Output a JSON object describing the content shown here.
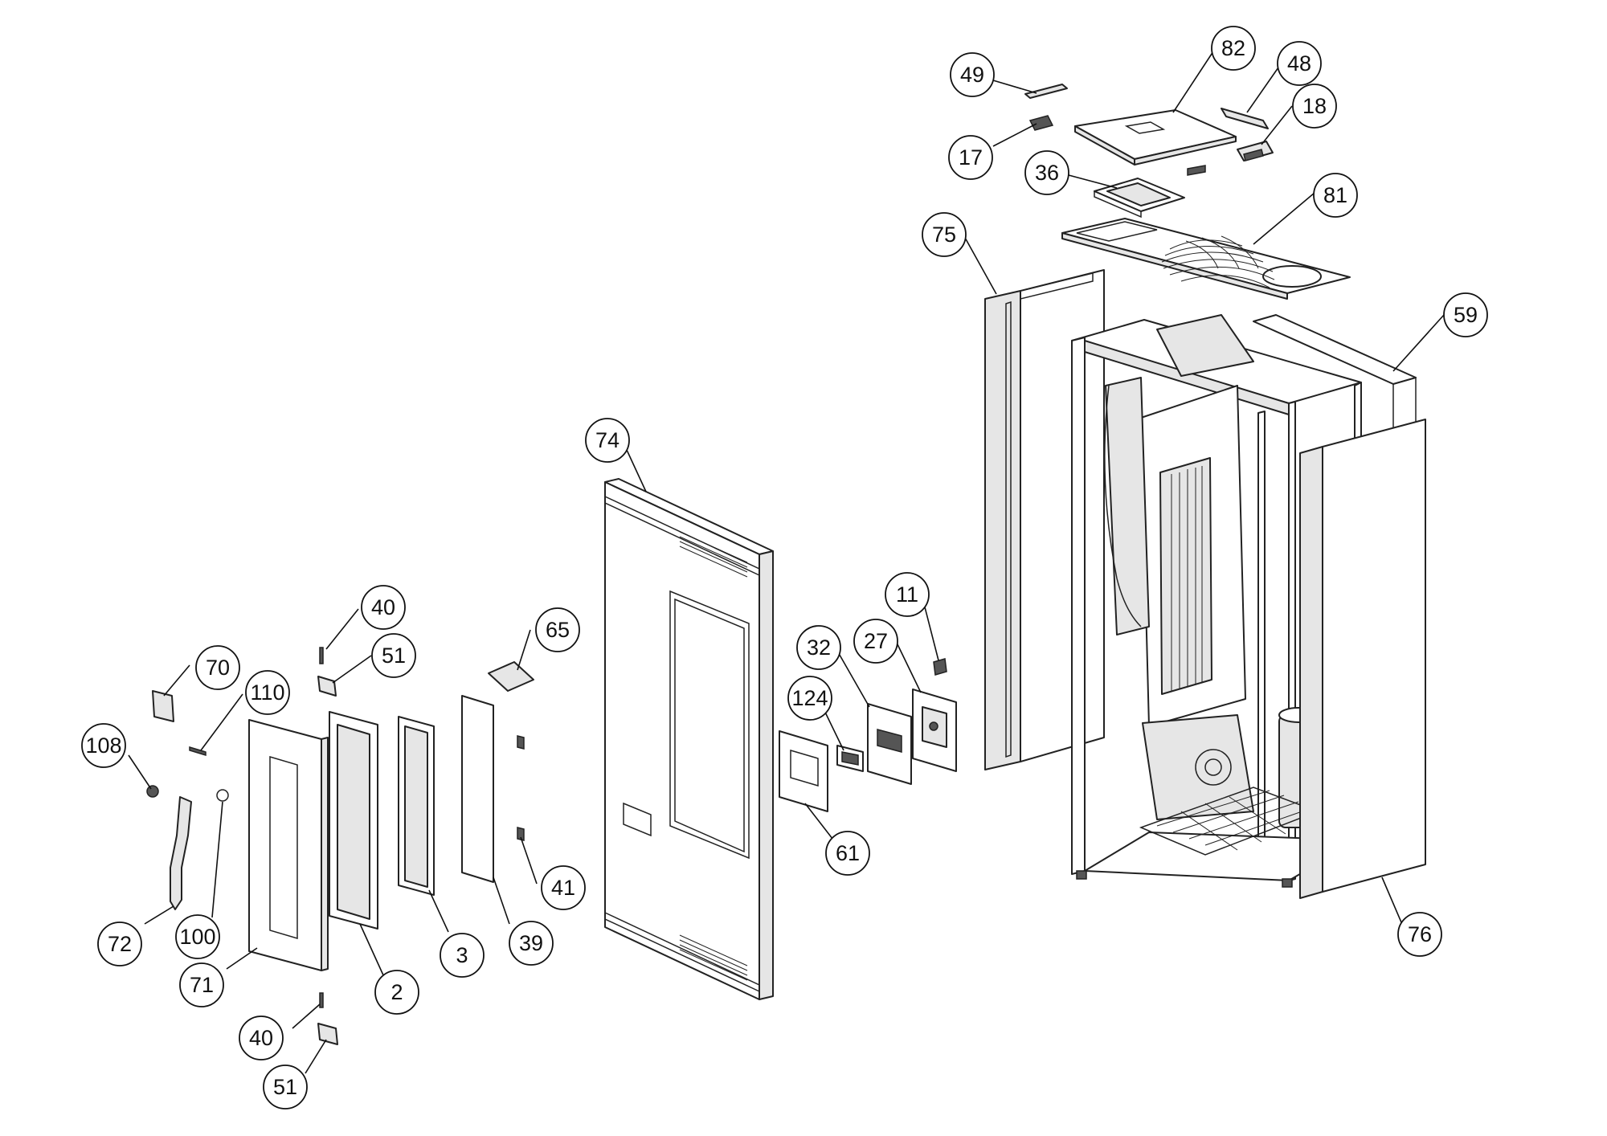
{
  "diagram": {
    "type": "exploded-parts-view",
    "callouts": [
      {
        "id": "c-49",
        "label": "49"
      },
      {
        "id": "c-82",
        "label": "82"
      },
      {
        "id": "c-48",
        "label": "48"
      },
      {
        "id": "c-18",
        "label": "18"
      },
      {
        "id": "c-17",
        "label": "17"
      },
      {
        "id": "c-36",
        "label": "36"
      },
      {
        "id": "c-81",
        "label": "81"
      },
      {
        "id": "c-75",
        "label": "75"
      },
      {
        "id": "c-59",
        "label": "59"
      },
      {
        "id": "c-74",
        "label": "74"
      },
      {
        "id": "c-76",
        "label": "76"
      },
      {
        "id": "c-11",
        "label": "11"
      },
      {
        "id": "c-32",
        "label": "32"
      },
      {
        "id": "c-27",
        "label": "27"
      },
      {
        "id": "c-124",
        "label": "124"
      },
      {
        "id": "c-61",
        "label": "61"
      },
      {
        "id": "c-40a",
        "label": "40"
      },
      {
        "id": "c-51a",
        "label": "51"
      },
      {
        "id": "c-65",
        "label": "65"
      },
      {
        "id": "c-70",
        "label": "70"
      },
      {
        "id": "c-110",
        "label": "110"
      },
      {
        "id": "c-108",
        "label": "108"
      },
      {
        "id": "c-41",
        "label": "41"
      },
      {
        "id": "c-39",
        "label": "39"
      },
      {
        "id": "c-3",
        "label": "3"
      },
      {
        "id": "c-2",
        "label": "2"
      },
      {
        "id": "c-71",
        "label": "71"
      },
      {
        "id": "c-72",
        "label": "72"
      },
      {
        "id": "c-100",
        "label": "100"
      },
      {
        "id": "c-40b",
        "label": "40"
      },
      {
        "id": "c-51b",
        "label": "51"
      }
    ]
  }
}
